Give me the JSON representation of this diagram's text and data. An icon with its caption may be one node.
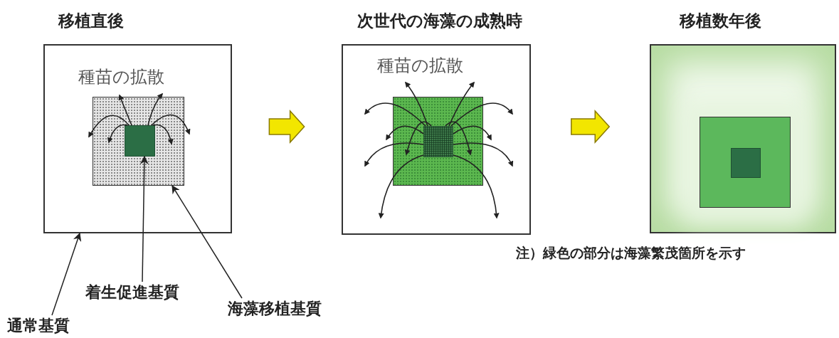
{
  "diagram": {
    "nodes": [
      {
        "text": [
          "移植直後",
          "種苗の拡散"
        ]
      },
      {
        "text": [],
        "shape": "box",
        "in": 0
      },
      {
        "text": [],
        "shape": "box",
        "in": 1
      },
      {
        "text": [
          "次世代の海藻の成熟時",
          "種苗の拡散"
        ]
      },
      {
        "text": [],
        "shape": "box",
        "in": 3
      },
      {
        "text": [],
        "shape": "box",
        "in": 4
      },
      {
        "text": [
          "移植数年後"
        ]
      },
      {
        "text": [],
        "shape": "box",
        "in": 6
      },
      {
        "text": [],
        "shape": "box",
        "in": 7
      },
      {
        "text": [
          "通常基質"
        ]
      },
      {
        "text": [
          "着生促進基質"
        ]
      },
      {
        "text": [
          "海藻移植基質"
        ]
      }
    ],
    "edges": [
      {
        "from": 0,
        "to": 3,
        "arrow": "to",
        "style": "thick",
        "color": "#f2e600"
      },
      {
        "from": 3,
        "to": 6,
        "arrow": "to",
        "style": "thick",
        "color": "#f2e600"
      },
      {
        "from": 9,
        "to": 0,
        "arrow": "to"
      },
      {
        "from": 10,
        "to": 2,
        "arrow": "to"
      },
      {
        "from": 11,
        "to": 1,
        "arrow": "to"
      },
      {
        "from": 2,
        "to": null,
        "arrow": "to"
      },
      {
        "from": 2,
        "to": null,
        "arrow": "to"
      },
      {
        "from": 2,
        "to": null,
        "arrow": "to"
      },
      {
        "from": 2,
        "to": null,
        "arrow": "to"
      },
      {
        "from": 2,
        "to": null,
        "arrow": "to"
      },
      {
        "from": 2,
        "to": null,
        "arrow": "to"
      },
      {
        "from": 5,
        "to": null,
        "arrow": "to"
      },
      {
        "from": 5,
        "to": null,
        "arrow": "to"
      },
      {
        "from": 5,
        "to": null,
        "arrow": "to"
      },
      {
        "from": 5,
        "to": null,
        "arrow": "to"
      },
      {
        "from": 5,
        "to": null,
        "arrow": "to"
      },
      {
        "from": 5,
        "to": null,
        "arrow": "to"
      },
      {
        "from": 5,
        "to": null,
        "arrow": "to"
      },
      {
        "from": 5,
        "to": null,
        "arrow": "to"
      },
      {
        "from": 5,
        "to": null,
        "arrow": "to"
      },
      {
        "from": 5,
        "to": null,
        "arrow": "to"
      },
      {
        "from": 5,
        "to": null,
        "arrow": "to"
      },
      {
        "from": 5,
        "to": null,
        "arrow": "to"
      }
    ],
    "labels": [
      "注）緑色の部分は海藻繁茂箇所を示す"
    ]
  }
}
